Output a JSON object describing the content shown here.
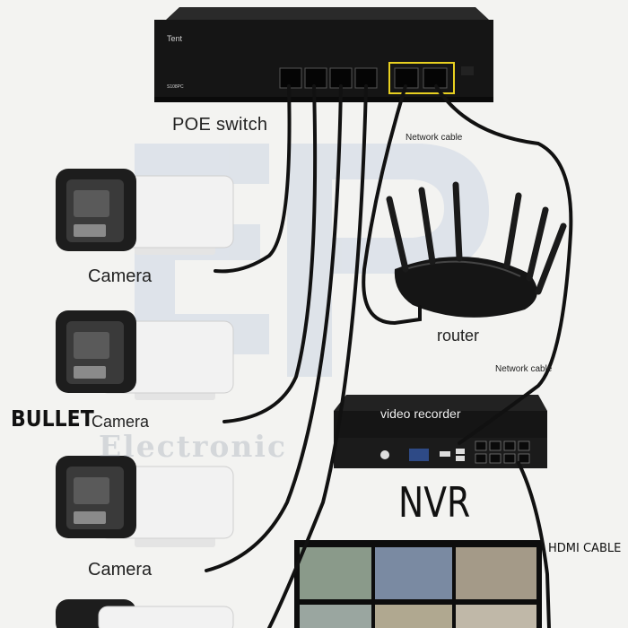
{
  "poe_switch": {
    "label": "POE switch",
    "brand": "Tent",
    "model": "S108PC"
  },
  "router": {
    "label": "router"
  },
  "nvr": {
    "title": "NVR",
    "panel_label": "video recorder"
  },
  "cables": {
    "network_cable_top": "Network cable",
    "network_cable_right": "Network cable",
    "hdmi": "HDMI CABLE"
  },
  "cameras": {
    "camera_1": "Camera",
    "camera_2": "Camera",
    "camera_3": "Camera",
    "type_label": "BULLET"
  },
  "watermark": "Electronic",
  "colors": {
    "device_body": "#151515",
    "port_highlight": "#e8d020",
    "cable": "#111111",
    "camera_body": "#f2f2f2",
    "watermark": "#8c9ab0"
  }
}
